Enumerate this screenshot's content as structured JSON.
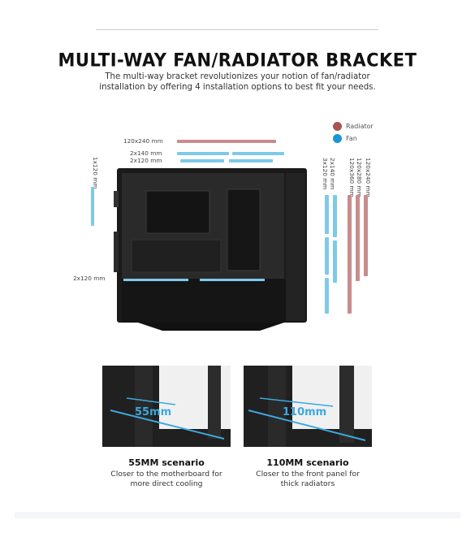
{
  "header": {
    "title": "MULTI-WAY FAN/RADIATOR BRACKET",
    "subtitle_line1": "The multi-way bracket revolutionizes your notion of fan/radiator",
    "subtitle_line2": "installation by offering 4 installation options to best fit your needs."
  },
  "legend": [
    {
      "label": "Radiator",
      "color": "#a85454"
    },
    {
      "label": "Fan",
      "color": "#1a96d8"
    }
  ],
  "labels": {
    "top_rad": "120x240 mm",
    "top_fan1": "2x140 mm",
    "top_fan2": "2x120 mm",
    "left_fan": "1x120 mm",
    "bottom_fan": "2x120 mm",
    "right_fan1": "2x140 mm",
    "right_fan2": "3x120 mm",
    "right_rad1": "120x360 mm",
    "right_rad2": "120x280 mm",
    "right_rad3": "120x240 mm"
  },
  "scenarios": [
    {
      "overlay": "55mm",
      "title": "55MM scenario",
      "desc1": "Closer to the motherboard for",
      "desc2": "more direct cooling"
    },
    {
      "overlay": "110mm",
      "title": "110MM scenario",
      "desc1": "Closer to the front panel for",
      "desc2": "thick radiators"
    }
  ],
  "colors": {
    "fan": "#7ec9ea",
    "radiator": "#c98c8c",
    "case": "#1a1a1a"
  }
}
